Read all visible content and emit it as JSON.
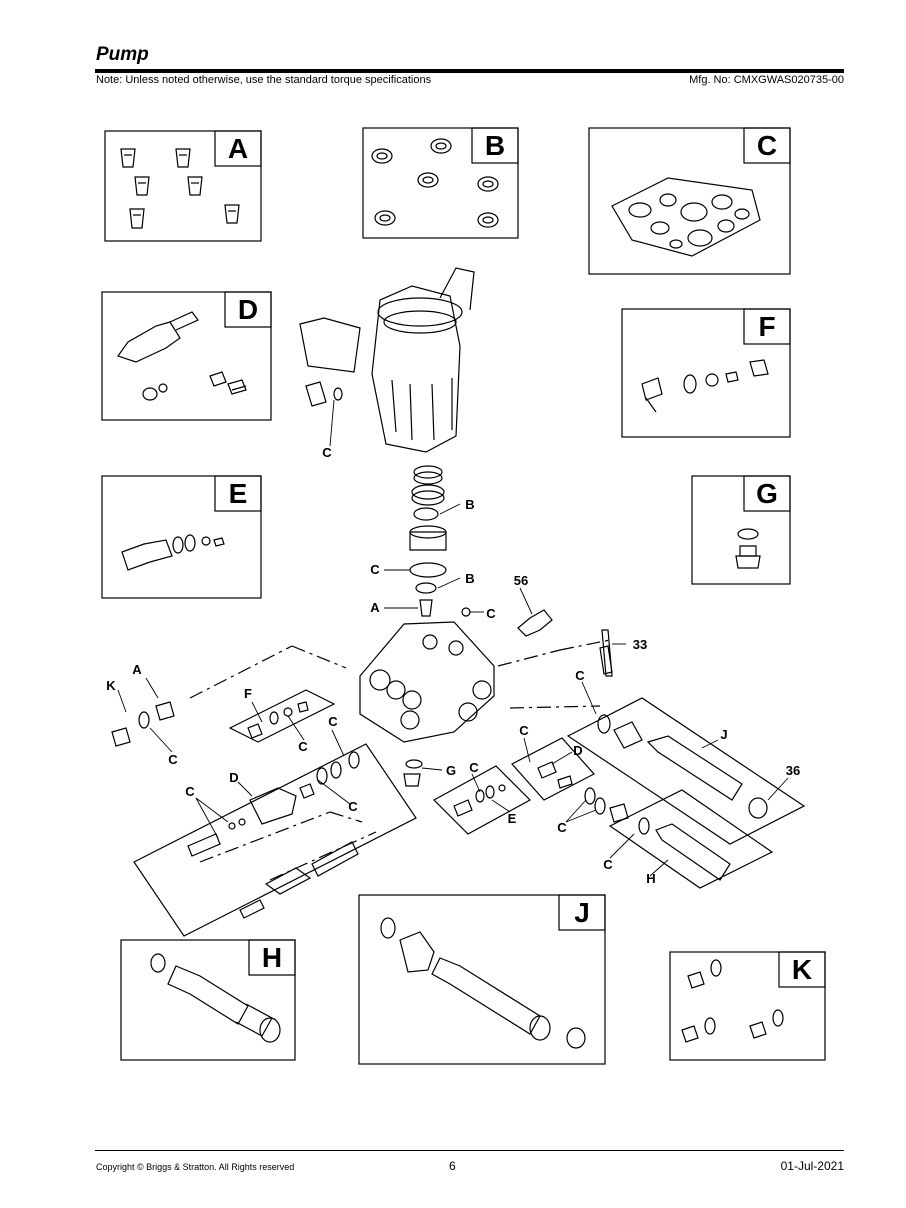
{
  "header": {
    "title": "Pump",
    "note": "Note: Unless noted otherwise, use the standard torque specifications",
    "mfg_no": "Mfg. No: CMXGWAS020735-00"
  },
  "footer": {
    "copyright": "Copyright ©  Briggs & Stratton. All Rights reserved",
    "page": "6",
    "date": "01-Jul-2021"
  },
  "kit_boxes": {
    "a": "A",
    "b": "B",
    "c": "C",
    "d": "D",
    "e": "E",
    "f": "F",
    "g": "G",
    "h": "H",
    "j": "J",
    "k": "K"
  },
  "callouts": {
    "c_manifold": "C",
    "b_upper": "B",
    "c_mid": "C",
    "b_lower": "B",
    "a_inlet": "A",
    "c_ball": "C",
    "n56": "56",
    "n33": "33",
    "k_left": "K",
    "a_left": "A",
    "c_left": "C",
    "f_left": "F",
    "c_f_left": "C",
    "c_f_right": "C",
    "d_left": "D",
    "c_d_left": "C",
    "c_d_right": "C",
    "g_plug": "G",
    "c_e": "C",
    "e_valve": "E",
    "c_d2": "C",
    "d_right": "D",
    "c_j_top": "C",
    "j_right": "J",
    "n36": "36",
    "c_oring": "C",
    "c_h": "C",
    "h_right": "H"
  }
}
